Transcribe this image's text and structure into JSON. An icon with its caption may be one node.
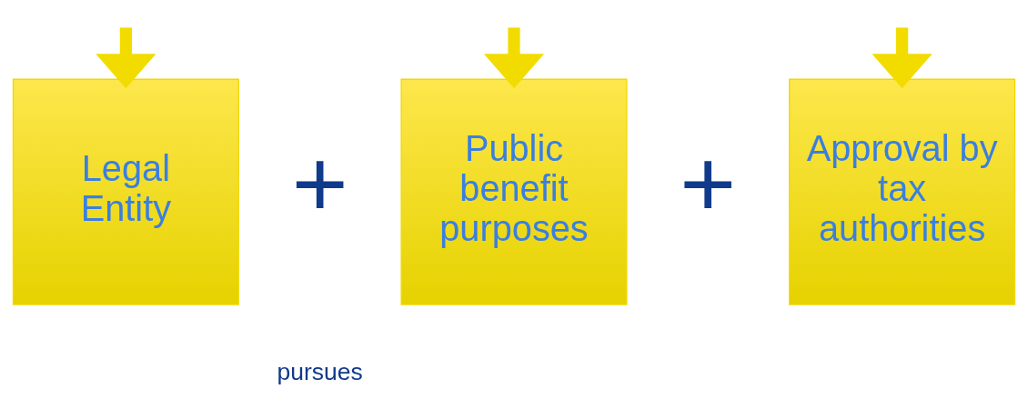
{
  "diagram": {
    "nodes": [
      {
        "text": [
          "Legal Entity"
        ]
      },
      {
        "text": [
          "Public benefit purposes"
        ]
      },
      {
        "text": [
          "Approval by tax authorities"
        ]
      }
    ],
    "edges": [
      {
        "from": null,
        "to": 0,
        "arrow": "to"
      },
      {
        "from": null,
        "to": 1,
        "arrow": "to"
      },
      {
        "from": null,
        "to": 2,
        "arrow": "to"
      }
    ],
    "labels": [
      "+",
      "pursues",
      "+"
    ]
  }
}
